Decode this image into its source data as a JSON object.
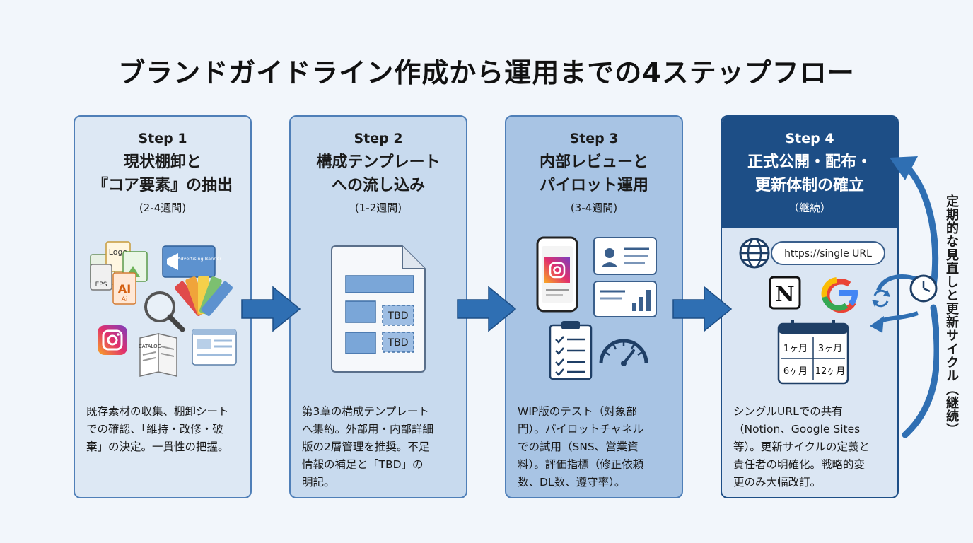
{
  "title": "ブランドガイドライン作成から運用までの4ステップフロー",
  "steps": [
    {
      "step": "Step 1",
      "title": "現状棚卸と\n『コア要素』の抽出",
      "duration": "(2-4週間)",
      "description": "既存素材の収集、棚卸シート\nでの確認、「維持・改修・破\n棄」の決定。一貫性の把握。",
      "icon_texts": [
        "Logo",
        "EPS",
        "AI",
        "Ai",
        "Advertising Banner",
        "CATALOG"
      ]
    },
    {
      "step": "Step 2",
      "title": "構成テンプレート\nへの流し込み",
      "duration": "(1-2週間)",
      "description": "第3章の構成テンプレート\nへ集約。外部用・内部詳細\n版の2層管理を推奨。不足\n情報の補足と「TBD」の\n明記。",
      "icon_texts": [
        "TBD",
        "TBD"
      ]
    },
    {
      "step": "Step 3",
      "title": "内部レビューと\nパイロット運用",
      "duration": "(3-4週間)",
      "description": "WIP版のテスト（対象部\n門）。パイロットチャネル\nでの試用（SNS、営業資\n料）。評価指標（修正依頼\n数、DL数、遵守率）。",
      "icon_texts": []
    },
    {
      "step": "Step 4",
      "title": "正式公開・配布・\n更新体制の確立",
      "duration": "（継続）",
      "description": "シングルURLでの共有\n（Notion、Google Sites\n等）。更新サイクルの定義と\n責任者の明確化。戦略的変\n更のみ大幅改訂。",
      "icon_texts": [
        "https://single URL",
        "1ヶ月",
        "3ヶ月",
        "6ヶ月",
        "12ヶ月"
      ]
    }
  ],
  "cycle_label": "定期的な見直しと更新サイクル（継続）",
  "colors": {
    "accent": "#2f6fb3",
    "dark": "#1d4e86",
    "card1": "#dde8f4",
    "card2": "#c8daee",
    "card3": "#a8c4e4"
  },
  "icons": [
    "folder-files-icon",
    "magnifier-icon",
    "color-swatch-icon",
    "instagram-icon",
    "catalog-icon",
    "banner-icon",
    "document-template-icon",
    "smartphone-icon",
    "profile-card-icon",
    "bar-chart-icon",
    "checklist-icon",
    "gauge-icon",
    "globe-icon",
    "notion-icon",
    "google-icon",
    "sync-icon",
    "calendar-icon",
    "clock-icon"
  ]
}
